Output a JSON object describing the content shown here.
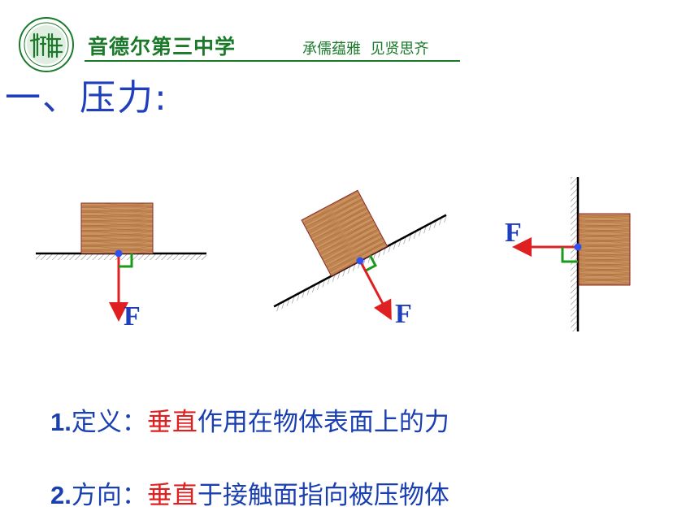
{
  "header": {
    "logo_icon": "school-seal-icon",
    "school_name": "音德尔第三中学",
    "motto": "承儒蕴雅  见贤思齐",
    "accent_color": "#1a7a2a"
  },
  "title": "一、压力:",
  "diagram": {
    "force_label_1": "F",
    "force_label_2": "F",
    "force_label_3": "F",
    "wood_color": "#c98a55",
    "arrow_color": "#e02020",
    "point_color": "#3050f0",
    "right_angle_color": "#1a9a1a"
  },
  "points": [
    {
      "number": "1.",
      "label": "定义：",
      "highlight": "垂直",
      "rest": "作用在物体表面上的力"
    },
    {
      "number": "2.",
      "label": "方向：",
      "highlight": "垂直",
      "rest": "于接触面指向被压物体"
    }
  ],
  "colors": {
    "text_blue": "#1a3fb0",
    "highlight_red": "#e02020"
  }
}
